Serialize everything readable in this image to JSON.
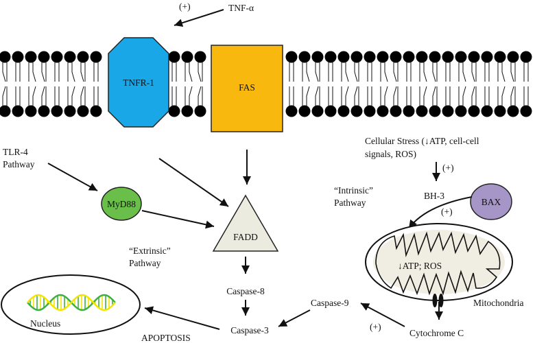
{
  "labels": {
    "tnf_alpha": "TNF-α",
    "plus_tnf": "(+)",
    "tnfr1": "TNFR-1",
    "fas": "FAS",
    "tlr4_line1": "TLR-4",
    "tlr4_line2": "Pathway",
    "myd88": "MyD88",
    "fadd": "FADD",
    "extrinsic_line1": "“Extrinsic”",
    "extrinsic_line2": "Pathway",
    "caspase8": "Caspase-8",
    "caspase3": "Caspase-3",
    "caspase9": "Caspase-9",
    "apoptosis": "APOPTOSIS",
    "nucleus": "Nucleus",
    "stress_line1": "Cellular Stress (↓ATP, cell-cell",
    "stress_line2": "signals, ROS)",
    "plus_stress": "(+)",
    "bh3": "BH-3",
    "bax": "BAX",
    "plus_bax": "(+)",
    "intrinsic_line1": "“Intrinsic”",
    "intrinsic_line2": "Pathway",
    "mito_content": "↓ATP; ROS",
    "mitochondria": "Mitochondria",
    "cytochrome": "Cytochrome C",
    "plus_cyto": "(+)"
  },
  "colors": {
    "tnfr1": "#1aa7e8",
    "fas": "#f9b80e",
    "myd88": "#6abf4b",
    "bax": "#a695c7",
    "fadd": "#ecebdf",
    "mito": "#f0eee3",
    "dna_green": "#3cb043",
    "dna_yellow": "#f2e600"
  }
}
